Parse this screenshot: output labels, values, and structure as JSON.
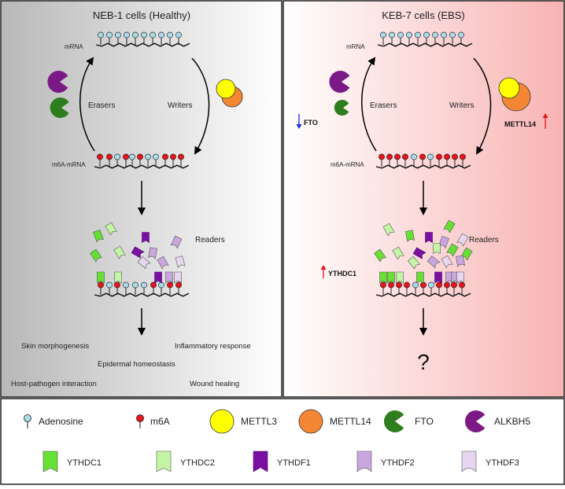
{
  "left_panel": {
    "title": "NEB-1 cells (Healthy)",
    "mrna_label": "mRNA",
    "m6a_label": "m6A-mRNA",
    "erasers_label": "Erasers",
    "writers_label": "Writers",
    "readers_label": "Readers",
    "outcomes": [
      "Skin morphogenesis",
      "Inflammatory response",
      "Epidermal homeostasis",
      "Host-pathogen interaction",
      "Wound healing"
    ]
  },
  "right_panel": {
    "title": "KEB-7 cells (EBS)",
    "mrna_label": "mRNA",
    "m6a_label": "m6A-mRNA",
    "erasers_label": "Erasers",
    "writers_label": "Writers",
    "readers_label": "Readers",
    "fto_label": "FTO",
    "mettl14_label": "METTL14",
    "ythdc1_label": "YTHDC1",
    "unknown_label": "?"
  },
  "legend": {
    "row1": [
      "Adenosine",
      "m6A",
      "METTL3",
      "METTL14",
      "FTO",
      "ALKBH5"
    ],
    "row2": [
      "YTHDC1",
      "YTHDC2",
      "YTHDF1",
      "YTHDF2",
      "YTHDF3"
    ]
  },
  "colors": {
    "adenosine": "#a9dbe8",
    "m6a": "#e8141b",
    "mettl3": "#ffff00",
    "mettl14": "#f58634",
    "fto": "#2e7d1e",
    "alkbh5": "#7b1a86",
    "ythdc1": "#66e033",
    "ythdc2": "#c4f5a6",
    "ythdf1": "#7a0fa3",
    "ythdf2": "#c9a7de",
    "ythdf3": "#e6d6f0",
    "arrow_up": "#e8141b",
    "arrow_down": "#1f2ad8"
  }
}
